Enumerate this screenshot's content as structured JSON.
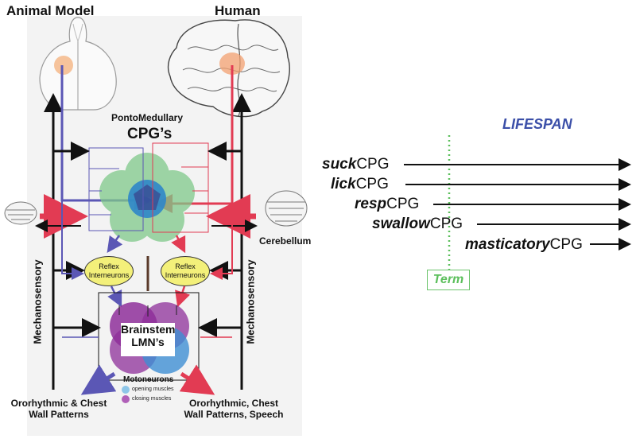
{
  "diagram": {
    "header_left": "Animal Model",
    "header_right": "Human",
    "ponto_label": "PontoMedullary",
    "cpgs_label": "CPG’s",
    "reflex_left": "Reflex Interneurons",
    "reflex_right": "Reflex Interneurons",
    "brainstem_label": "Brainstem LMN’s",
    "cerebellum_label": "Cerebellum",
    "mechano_left": "Mechanosensory",
    "mechano_right": "Mechanosensory",
    "motoneurons_label": "Motoneurons",
    "legend_opening": "opening muscles",
    "legend_closing": "closing muscles",
    "output_left": "Ororhythmic & Chest Wall Patterns",
    "output_right": "Ororhythmic, Chest Wall Patterns, Speech",
    "colors": {
      "purple_path": "#5b57b5",
      "red_path": "#e23b53",
      "green_cpg": "#7fc98a",
      "blue_core": "#2f86c9",
      "purple_lmn": "#8e2f9a",
      "blue_lmn": "#3e8fd3",
      "orange_spot": "#f5b98a",
      "reflex_fill": "#f3f07a"
    }
  },
  "lifespan": {
    "title": "LIFESPAN",
    "term_label": "Term",
    "cpgs": [
      {
        "bold": "suck",
        "rest": "CPG"
      },
      {
        "bold": "lick",
        "rest": "CPG"
      },
      {
        "bold": "resp",
        "rest": "CPG"
      },
      {
        "bold": "swallow",
        "rest": "CPG"
      },
      {
        "bold": "masticatory",
        "rest": "CPG"
      }
    ]
  }
}
